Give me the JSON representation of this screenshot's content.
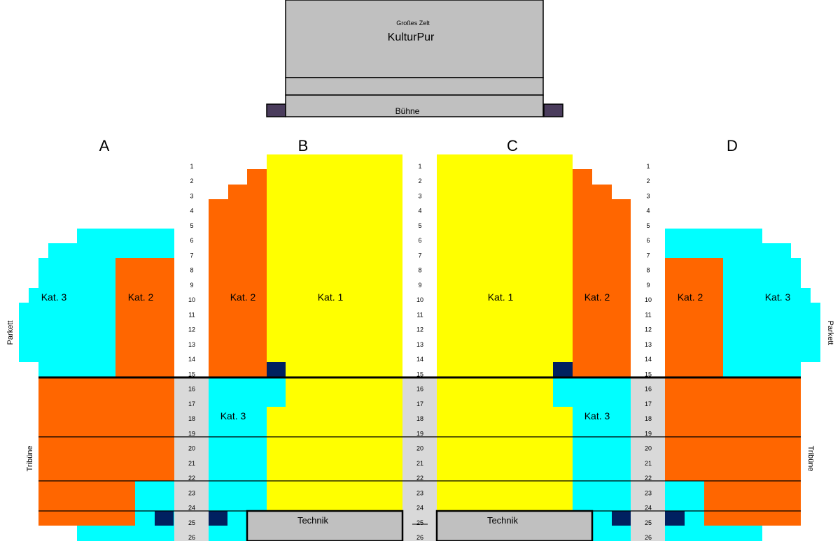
{
  "stage": {
    "subtitle": "Großes Zelt",
    "title": "KulturPur",
    "label": "Bühne"
  },
  "sections": [
    "A",
    "B",
    "C",
    "D"
  ],
  "rows": [
    "1",
    "2",
    "3",
    "4",
    "5",
    "6",
    "7",
    "8",
    "9",
    "10",
    "11",
    "12",
    "13",
    "14",
    "15",
    "16",
    "17",
    "18",
    "19",
    "20",
    "21",
    "22",
    "23",
    "24",
    "25",
    "26"
  ],
  "areas": {
    "parkett": "Parkett",
    "tribune": "Tribüne"
  },
  "categories": {
    "kat1": "Kat. 1",
    "kat2": "Kat. 2",
    "kat3": "Kat. 3"
  },
  "technik": "Technik",
  "colors": {
    "kat1": "#ffff00",
    "kat2": "#ff6600",
    "kat3": "#00ffff",
    "special": "#002060",
    "aisle": "#d9d9d9",
    "stage": "#c0c0c0",
    "stage_wing": "#4a3c5c"
  }
}
